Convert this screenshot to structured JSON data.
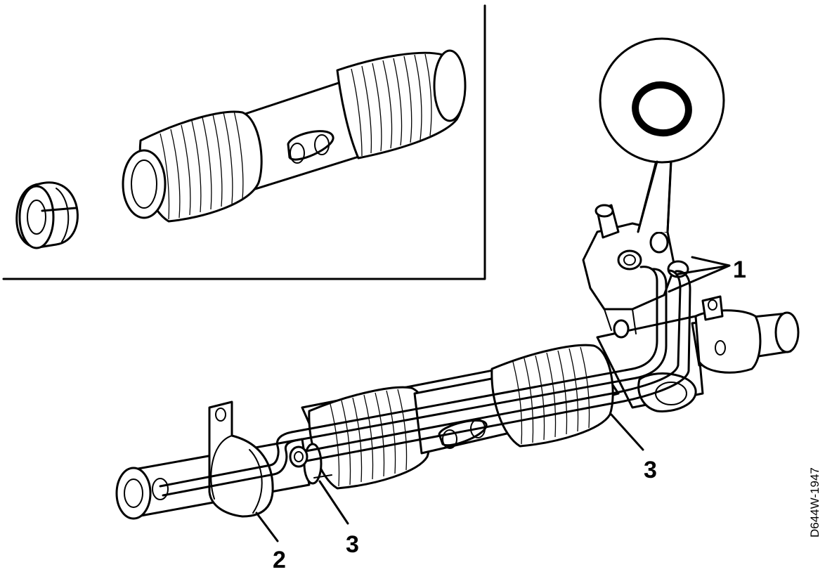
{
  "callouts": {
    "label_1": "1",
    "label_2": "2",
    "label_3a": "3",
    "label_3b": "3"
  },
  "drawing_id": "D644W-1947"
}
